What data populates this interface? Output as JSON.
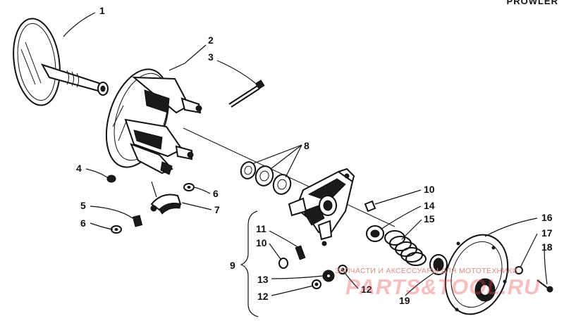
{
  "header": {
    "corner_text": "PROWLER"
  },
  "watermark": {
    "caption": "ЗАПЧАСТИ И АКСЕССУАРЫ ДЛЯ МОТОТЕХНИКИ",
    "logo": "PARTS&TOOL.RU",
    "color": "#e05a5a"
  },
  "callouts": {
    "n1": "1",
    "n2": "2",
    "n3": "3",
    "n4": "4",
    "n5": "5",
    "n6a": "6",
    "n6b": "6",
    "n7": "7",
    "n8": "8",
    "n9": "9",
    "n10a": "10",
    "n10b": "10",
    "n11": "11",
    "n12a": "12",
    "n12b": "12",
    "n13": "13",
    "n14": "14",
    "n15": "15",
    "n16": "16",
    "n17": "17",
    "n18": "18",
    "n19": "19"
  }
}
